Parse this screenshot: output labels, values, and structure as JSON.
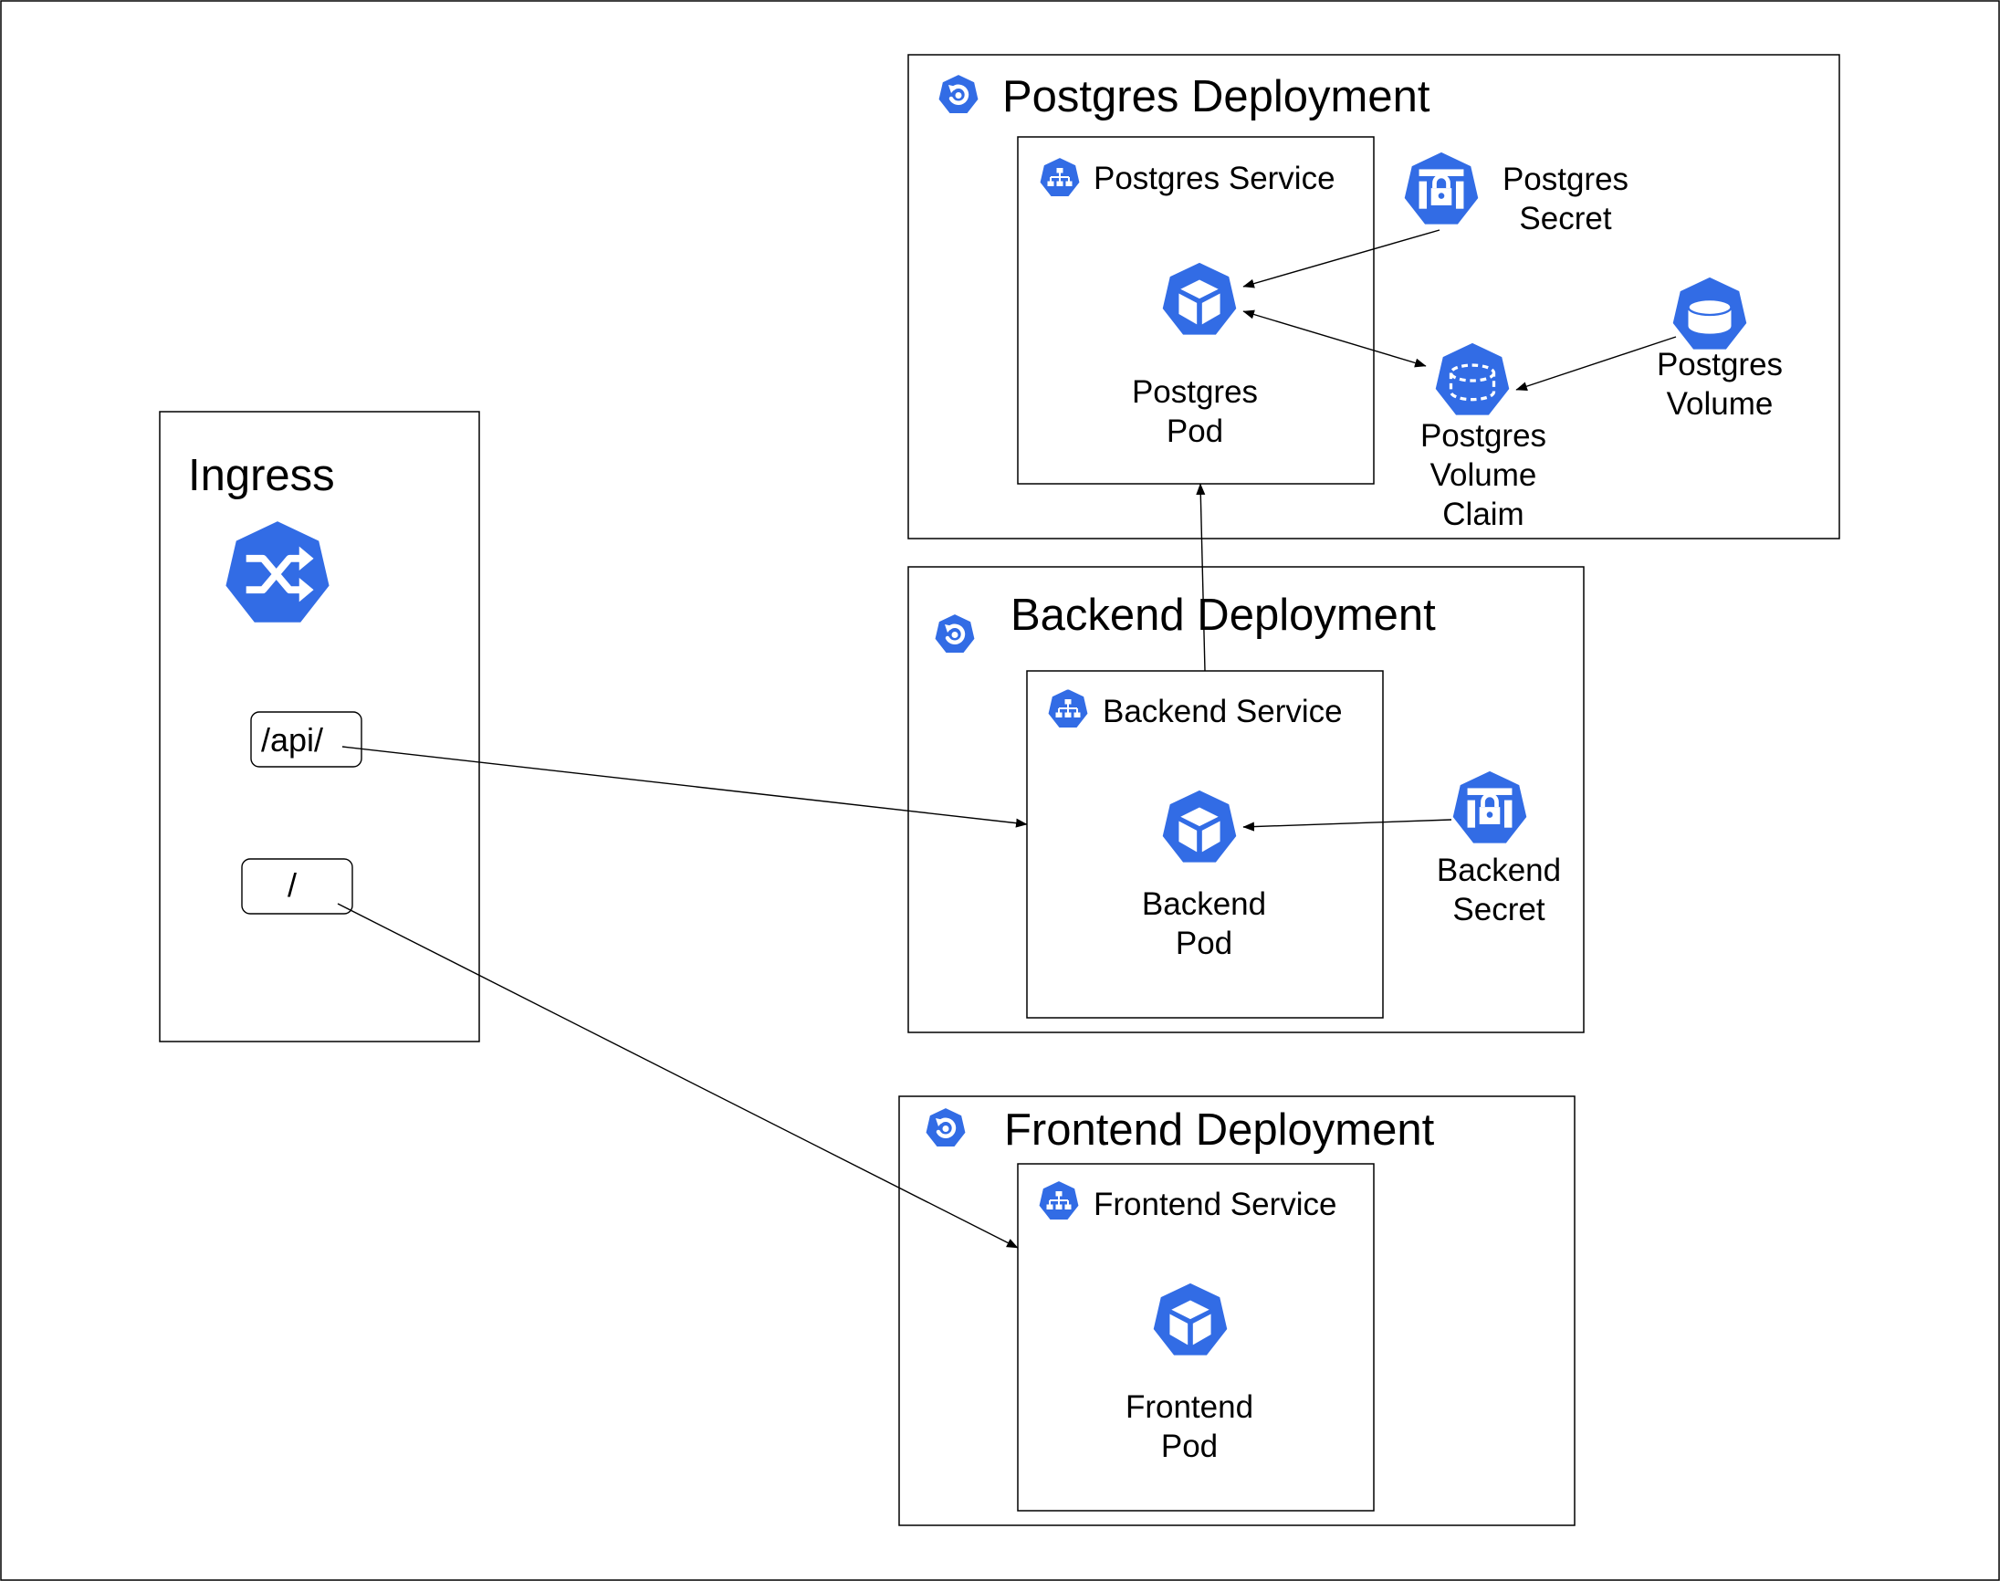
{
  "ingress": {
    "title": "Ingress",
    "icon": "ingress-icon",
    "routes": [
      "/api/",
      "/"
    ]
  },
  "postgres": {
    "title": "Postgres Deployment",
    "service": "Postgres Service",
    "pod": [
      "Postgres",
      "Pod"
    ],
    "secret": [
      "Postgres",
      "Secret"
    ],
    "volume": [
      "Postgres",
      "Volume"
    ],
    "volume_claim": [
      "Postgres",
      "Volume",
      "Claim"
    ]
  },
  "backend": {
    "title": "Backend Deployment",
    "service": "Backend Service",
    "pod": [
      "Backend",
      "Pod"
    ],
    "secret": [
      "Backend",
      "Secret"
    ]
  },
  "frontend": {
    "title": "Frontend Deployment",
    "service": "Frontend Service",
    "pod": [
      "Frontend",
      "Pod"
    ]
  },
  "colors": {
    "k8s_blue": "#326ce5",
    "line": "#000000",
    "background": "#ffffff"
  },
  "icons": {
    "deployment": "deployment-icon",
    "service": "service-icon",
    "pod": "pod-icon",
    "secret": "secret-icon",
    "volume": "persistent-volume-icon",
    "volume_claim": "persistent-volume-claim-icon"
  }
}
